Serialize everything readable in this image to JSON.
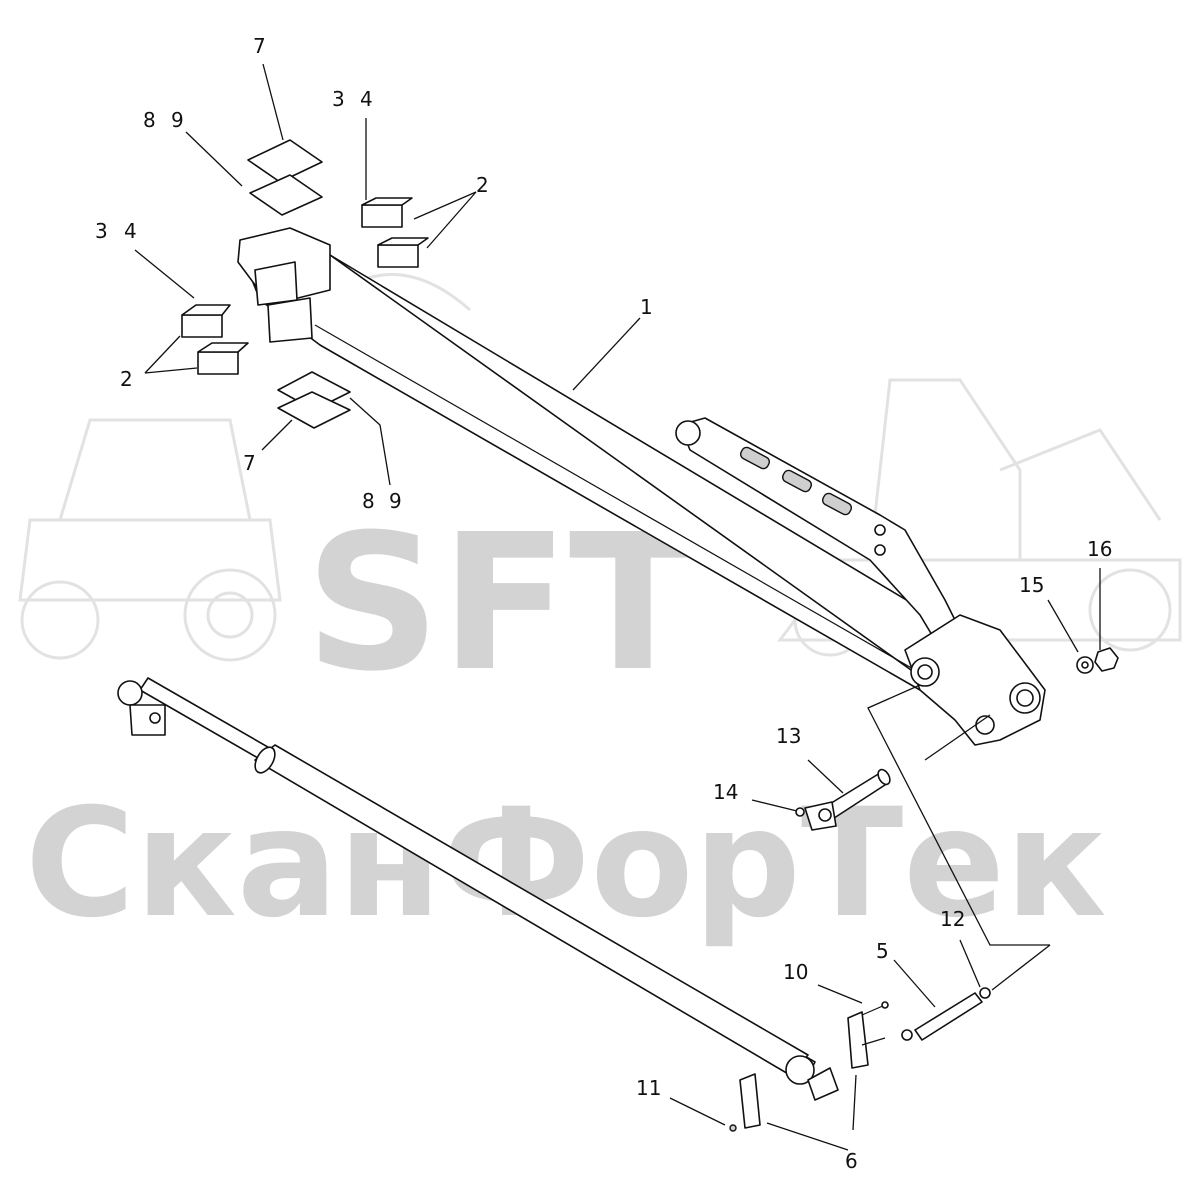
{
  "watermark": {
    "logo": "SFT",
    "brand": "СканФорТек",
    "color": "#d3d3d3"
  },
  "callouts": [
    {
      "id": "c7a",
      "text": "7"
    },
    {
      "id": "c3a",
      "text": "3"
    },
    {
      "id": "c4a",
      "text": "4"
    },
    {
      "id": "c8a",
      "text": "8"
    },
    {
      "id": "c9a",
      "text": "9"
    },
    {
      "id": "c2a",
      "text": "2"
    },
    {
      "id": "c3b",
      "text": "3"
    },
    {
      "id": "c4b",
      "text": "4"
    },
    {
      "id": "c1",
      "text": "1"
    },
    {
      "id": "c2b",
      "text": "2"
    },
    {
      "id": "c7b",
      "text": "7"
    },
    {
      "id": "c8b",
      "text": "8"
    },
    {
      "id": "c9b",
      "text": "9"
    },
    {
      "id": "c16",
      "text": "16"
    },
    {
      "id": "c15",
      "text": "15"
    },
    {
      "id": "c13",
      "text": "13"
    },
    {
      "id": "c14",
      "text": "14"
    },
    {
      "id": "c12",
      "text": "12"
    },
    {
      "id": "c5",
      "text": "5"
    },
    {
      "id": "c10",
      "text": "10"
    },
    {
      "id": "c11",
      "text": "11"
    },
    {
      "id": "c6",
      "text": "6"
    }
  ]
}
